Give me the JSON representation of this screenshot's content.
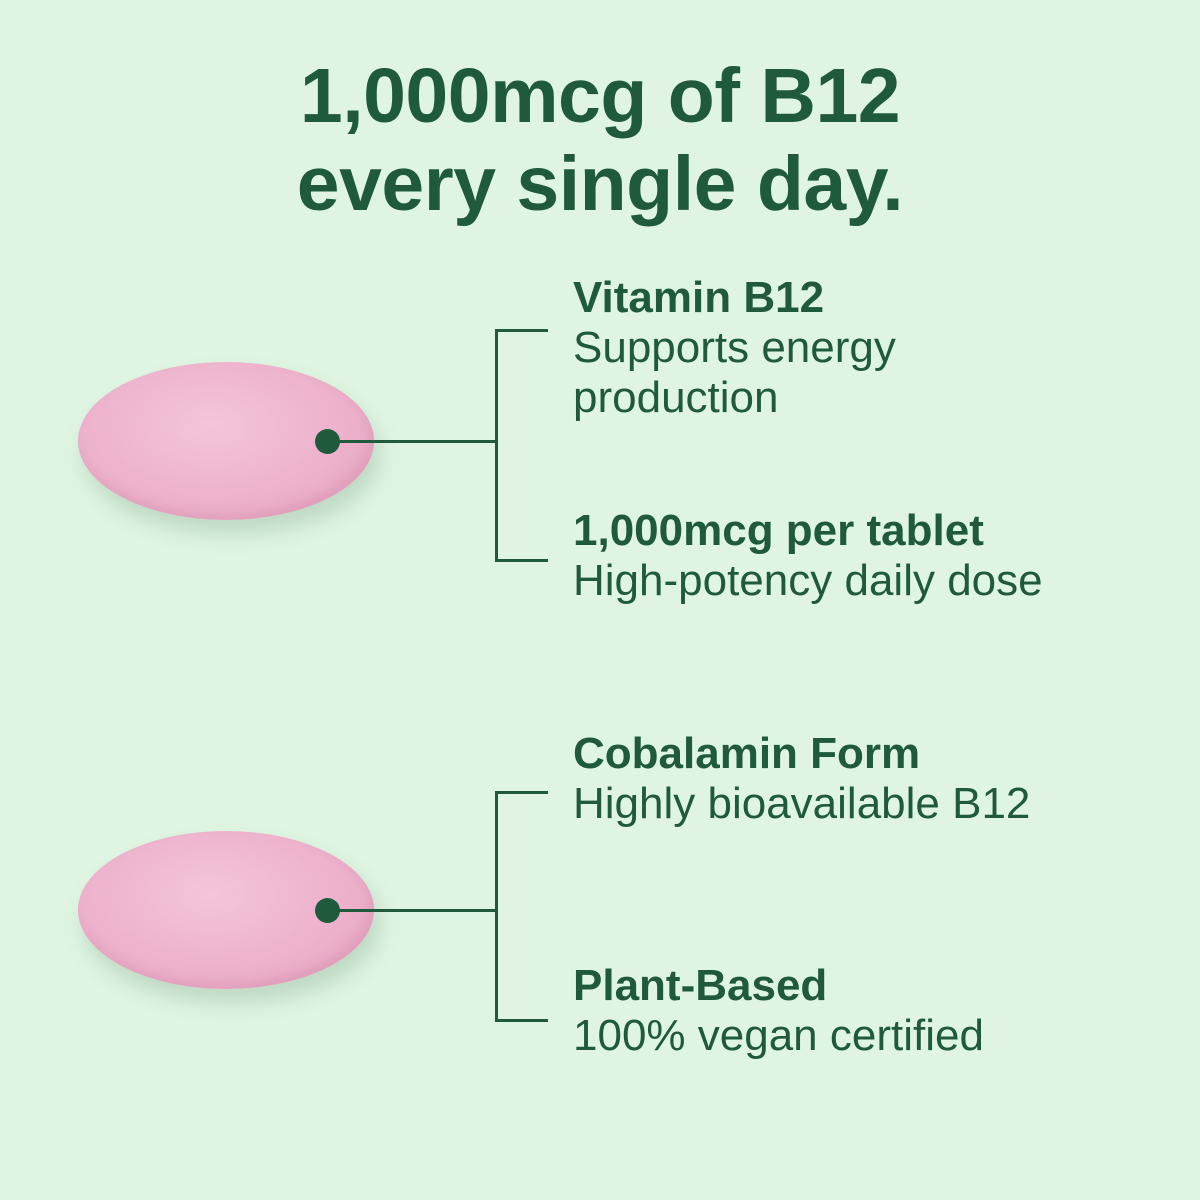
{
  "headline": {
    "line1": "1,000mcg of B12",
    "line2": "every single day."
  },
  "colors": {
    "background": "#DFF5E2",
    "text": "#1F5A3D",
    "pill": "#EDB2CC"
  },
  "groups": [
    {
      "pill_icon": "pink-tablet",
      "features": [
        {
          "title": "Vitamin B12",
          "desc_line1": "Supports energy",
          "desc_line2": "production"
        },
        {
          "title": "1,000mcg per tablet",
          "desc_line1": "High-potency daily dose"
        }
      ]
    },
    {
      "pill_icon": "pink-tablet",
      "features": [
        {
          "title": "Cobalamin Form",
          "desc_line1": "Highly bioavailable B12"
        },
        {
          "title": "Plant-Based",
          "desc_line1": "100% vegan certified"
        }
      ]
    }
  ]
}
